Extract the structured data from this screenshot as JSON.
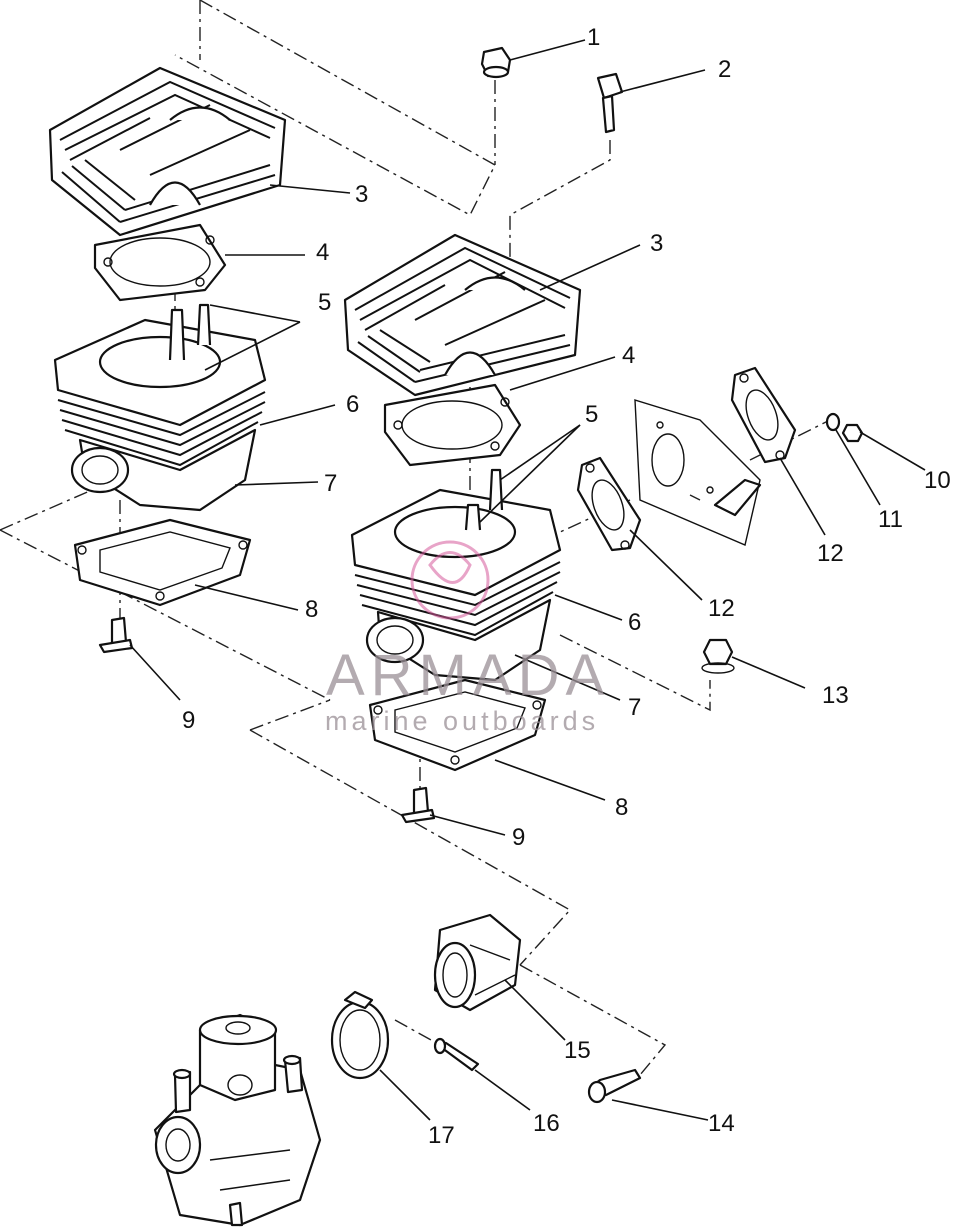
{
  "watermark": {
    "brand": "ARMADA",
    "tagline": "marine outboards",
    "accent_color": "#d65a9a"
  },
  "callouts": [
    {
      "id": "c1",
      "text": "1"
    },
    {
      "id": "c2",
      "text": "2"
    },
    {
      "id": "c3a",
      "text": "3"
    },
    {
      "id": "c3b",
      "text": "3"
    },
    {
      "id": "c4a",
      "text": "4"
    },
    {
      "id": "c4b",
      "text": "4"
    },
    {
      "id": "c5a",
      "text": "5"
    },
    {
      "id": "c5b",
      "text": "5"
    },
    {
      "id": "c6a",
      "text": "6"
    },
    {
      "id": "c6b",
      "text": "6"
    },
    {
      "id": "c7a",
      "text": "7"
    },
    {
      "id": "c7b",
      "text": "7"
    },
    {
      "id": "c8a",
      "text": "8"
    },
    {
      "id": "c8b",
      "text": "8"
    },
    {
      "id": "c9a",
      "text": "9"
    },
    {
      "id": "c9b",
      "text": "9"
    },
    {
      "id": "c10",
      "text": "10"
    },
    {
      "id": "c11",
      "text": "11"
    },
    {
      "id": "c12a",
      "text": "12"
    },
    {
      "id": "c12b",
      "text": "12"
    },
    {
      "id": "c13",
      "text": "13"
    },
    {
      "id": "c14",
      "text": "14"
    },
    {
      "id": "c15",
      "text": "15"
    },
    {
      "id": "c16",
      "text": "16"
    },
    {
      "id": "c17",
      "text": "17"
    }
  ]
}
